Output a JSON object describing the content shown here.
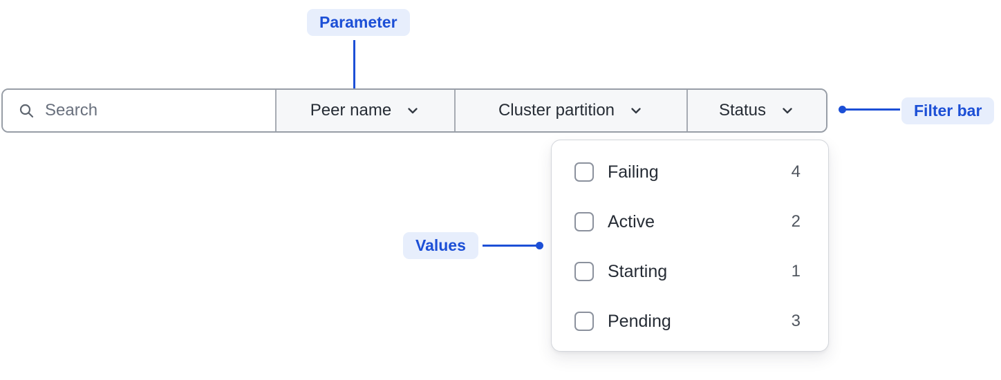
{
  "annotations": {
    "parameter_label": "Parameter",
    "filter_bar_label": "Filter bar",
    "values_label": "Values"
  },
  "filter_bar": {
    "search": {
      "placeholder": "Search",
      "value": "",
      "icon": "search-icon"
    },
    "dropdowns": [
      {
        "label": "Peer name",
        "icon": "chevron-down-icon",
        "open": false
      },
      {
        "label": "Cluster partition",
        "icon": "chevron-down-icon",
        "open": false
      },
      {
        "label": "Status",
        "icon": "chevron-down-icon",
        "open": true
      }
    ]
  },
  "status_dropdown": {
    "options": [
      {
        "label": "Failing",
        "count": "4",
        "checked": false
      },
      {
        "label": "Active",
        "count": "2",
        "checked": false
      },
      {
        "label": "Starting",
        "count": "1",
        "checked": false
      },
      {
        "label": "Pending",
        "count": "3",
        "checked": false
      }
    ]
  },
  "colors": {
    "annotation_blue": "#1c4fd6",
    "annotation_badge_bg": "#e7eefc",
    "text_dark": "#262c35",
    "text_muted": "#69707d",
    "count_gray": "#50565f",
    "bar_border": "#979da6",
    "section_bg": "#f6f7f9",
    "panel_border": "#d3d6db",
    "checkbox_border": "#8b919d"
  }
}
